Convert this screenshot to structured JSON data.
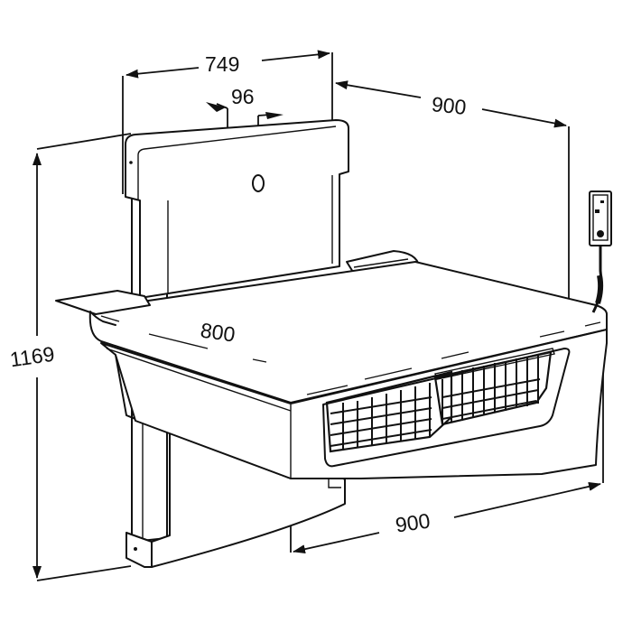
{
  "diagram": {
    "subject": "Wall-mounted changing table with backrest panel, folding tray, storage baskets and hand control",
    "units": "mm",
    "line_color": "#111111",
    "background": "#ffffff",
    "dimensions": {
      "backrest_width": {
        "label": "749",
        "orientation": "horizontal-top"
      },
      "backrest_depth": {
        "label": "96",
        "orientation": "horizontal-top-inner"
      },
      "total_depth_top": {
        "label": "900",
        "orientation": "diagonal-top-right"
      },
      "total_height": {
        "label": "1169",
        "orientation": "vertical-left"
      },
      "tray_depth": {
        "label": "800",
        "orientation": "diagonal-middle"
      },
      "total_width_bottom": {
        "label": "900",
        "orientation": "diagonal-bottom-right"
      }
    },
    "components": [
      {
        "name": "backrest-panel",
        "feature": "round-hole"
      },
      {
        "name": "wall-rail-left"
      },
      {
        "name": "changing-tray"
      },
      {
        "name": "side-shelf-left"
      },
      {
        "name": "storage-basket-left",
        "type": "wire-mesh"
      },
      {
        "name": "storage-basket-right",
        "type": "wire-mesh"
      },
      {
        "name": "hand-control",
        "type": "remote-with-cable"
      },
      {
        "name": "lower-housing"
      }
    ]
  }
}
